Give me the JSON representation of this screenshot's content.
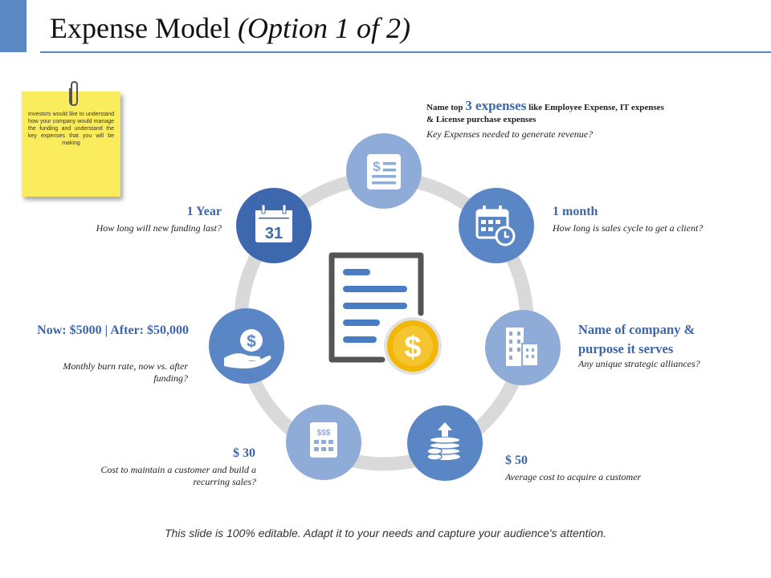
{
  "title": {
    "main": "Expense Model",
    "sub": "(Option 1 of 2)"
  },
  "sticky_note": "Investors would like to understand how your company would manage the funding and understand the key expenses that you will be making",
  "items": {
    "top": {
      "line1_pre": "Name top",
      "line1_em": "3 expenses",
      "line1_post": "like Employee Expense, IT expenses",
      "line2": "& License purchase expenses",
      "desc": "Key Expenses needed to generate revenue?"
    },
    "one_month": {
      "head": "1 month",
      "desc": "How long is sales cycle to get a client?"
    },
    "company": {
      "head": "Name of company & purpose it serves",
      "desc": "Any unique strategic alliances?"
    },
    "fifty": {
      "head": "$ 50",
      "desc": "Average cost to acquire a customer"
    },
    "thirty": {
      "head": "$ 30",
      "desc": "Cost to maintain a customer and build a recurring sales?"
    },
    "burn": {
      "head": "Now: $5000 | After: $50,000",
      "desc": "Monthly burn rate, now vs. after funding?"
    },
    "one_year": {
      "head": "1 Year",
      "desc": "How long will new funding last?"
    }
  },
  "icons": {
    "calendar_day": "31",
    "dollar": "$",
    "dollar_triple": "$$$"
  },
  "colors": {
    "dark_blue": "#3e68ad",
    "mid_blue": "#5b86c5",
    "light_blue": "#8fabd8",
    "ring_grey": "#d9d9d9",
    "coin_gold": "#f2b705"
  },
  "footer": "This slide is 100% editable. Adapt it to your needs and capture your audience's attention."
}
